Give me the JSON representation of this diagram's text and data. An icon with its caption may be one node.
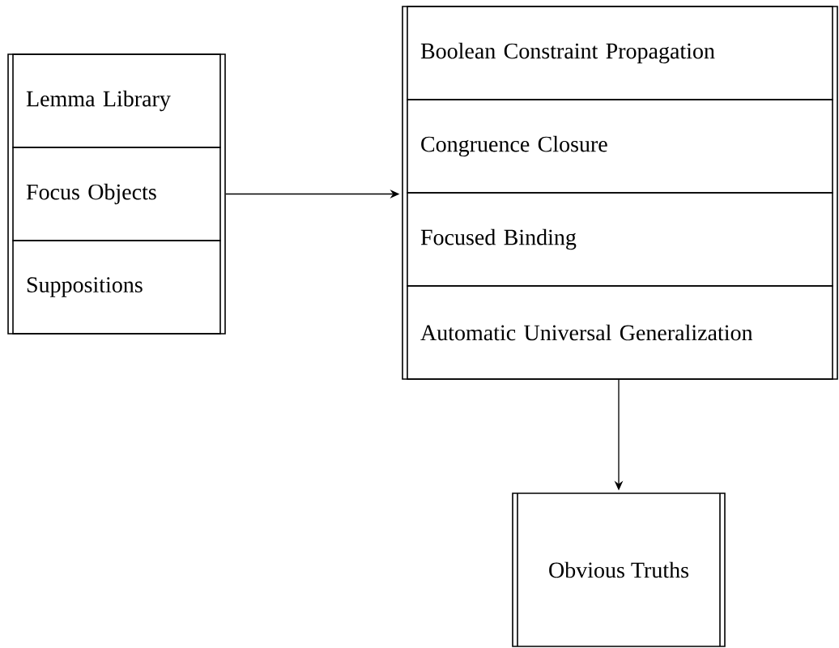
{
  "diagram": {
    "nodes": [
      {
        "text": [],
        "shape": "box"
      },
      {
        "text": [
          "Lemma Library"
        ],
        "in": 0
      },
      {
        "text": [
          "Focus Objects"
        ],
        "in": 0
      },
      {
        "text": [
          "Suppositions"
        ],
        "in": 0
      },
      {
        "text": [],
        "shape": "box"
      },
      {
        "text": [
          "Boolean Constraint Propagation"
        ],
        "in": 4
      },
      {
        "text": [
          "Congruence Closure"
        ],
        "in": 4
      },
      {
        "text": [
          "Focused Binding"
        ],
        "in": 4
      },
      {
        "text": [
          "Automatic Universal Generalization"
        ],
        "in": 4
      },
      {
        "text": [
          "Obvious Truths"
        ]
      }
    ],
    "edges": [
      {
        "from": 0,
        "to": 4,
        "arrow": "to"
      },
      {
        "from": 4,
        "to": 9,
        "arrow": "to"
      }
    ]
  }
}
